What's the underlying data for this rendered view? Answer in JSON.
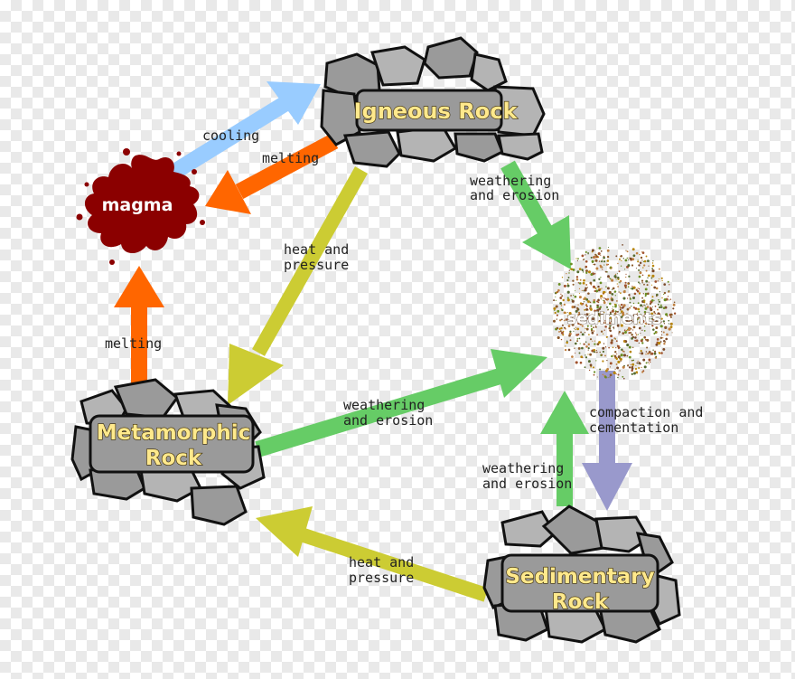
{
  "nodes": {
    "igneous": "Igneous Rock",
    "magma": "magma",
    "sediments": "sediments",
    "metamorphic": [
      "Metamorphic",
      "Rock"
    ],
    "sedimentary": [
      "Sedimentary",
      "Rock"
    ]
  },
  "arrows": {
    "cooling": "cooling",
    "melting_igneous": "melting",
    "heat_pressure_igneous": [
      "heat and",
      "pressure"
    ],
    "weathering_igneous": [
      "weathering",
      "and erosion"
    ],
    "melting_metamorphic": "melting",
    "weathering_metamorphic": [
      "weathering",
      "and erosion"
    ],
    "compaction": [
      "compaction and",
      "cementation"
    ],
    "weathering_sedimentary": [
      "weathering",
      "and erosion"
    ],
    "heat_pressure_sedimentary": [
      "heat and",
      "pressure"
    ]
  },
  "colors": {
    "cooling_arrow": "#99ccff",
    "melting_arrow": "#ff6600",
    "heat_pressure_arrow": "#cccc33",
    "weathering_arrow": "#66cc66",
    "compaction_arrow": "#9999cc",
    "magma": "#8b0000",
    "rock": "#9a9a9a"
  }
}
